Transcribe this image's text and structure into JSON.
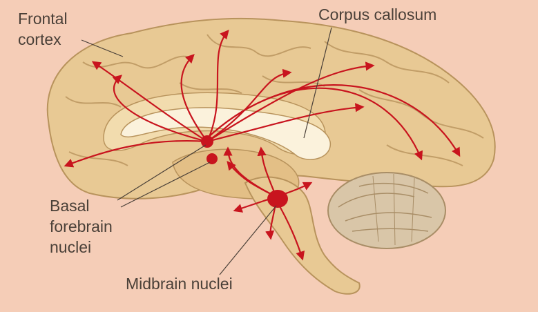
{
  "labels": {
    "frontal_cortex": [
      "Frontal",
      "cortex"
    ],
    "corpus_callosum": "Corpus callosum",
    "basal_forebrain_nuclei": [
      "Basal",
      "forebrain",
      "nuclei"
    ],
    "midbrain_nuclei": "Midbrain nuclei"
  },
  "colors": {
    "background": "#f5cdb7",
    "brain_tissue": "#e8c994",
    "gyri_outline": "#b8935c",
    "pathway": "#c8141e",
    "nucleus": "#c8141e",
    "leader_line": "#4a4038",
    "callosum": "#fbf2dc",
    "cerebellum": "#d9c6a8"
  }
}
